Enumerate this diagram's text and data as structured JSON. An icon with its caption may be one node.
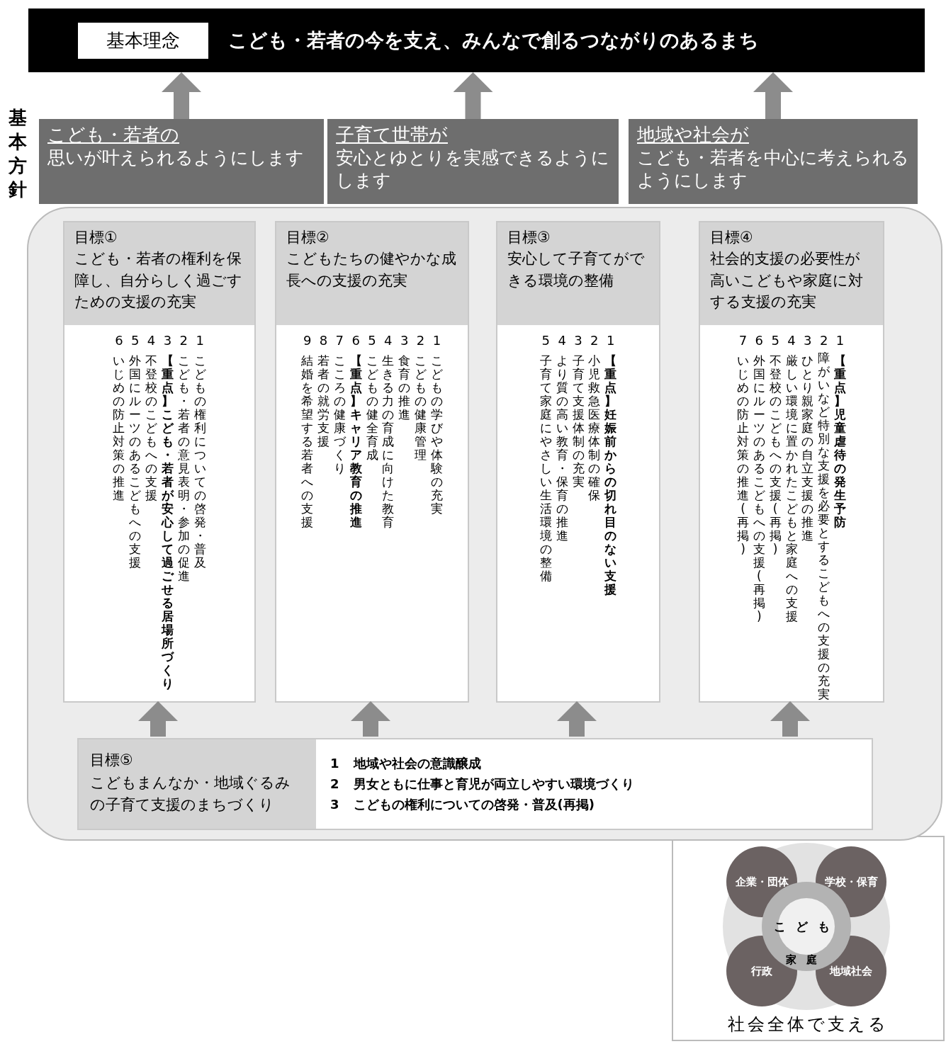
{
  "diagram": {
    "nodes": [
      {
        "text": [
          "基本理念",
          "こども・若者の今を支え、みんなで創るつながりのあるまち"
        ]
      },
      {
        "text": [
          "こども・若者の",
          "思いが叶えられるようにします"
        ]
      },
      {
        "text": [
          "子育て世帯が",
          "安心とゆとりを実感できるようにします"
        ]
      },
      {
        "text": [
          "地域や社会が",
          "こども・若者を中心に考えられるようにします"
        ]
      },
      {
        "text": [],
        "shape": "box"
      },
      {
        "text": [
          "目標①",
          "こども・若者の権利を保障し、自分らしく過ごすための支援の充実",
          "1",
          "こどもの権利についての啓発・普及",
          "2",
          "こども・若者の意見表明・参加の促進",
          "3",
          "**【重点】こども・若者が安心して過ごせる居場所づくり**",
          "4",
          "不登校のこどもへの支援",
          "5",
          "外国にルーツのあるこどもへの支援",
          "6",
          "いじめの防止対策の推進"
        ],
        "in": 4
      },
      {
        "text": [
          "目標②",
          "こどもたちの健やかな成長への支援の充実",
          "1",
          "こどもの学びや体験の充実",
          "2",
          "こどもの健康管理",
          "3",
          "食育の推進",
          "4",
          "生きる力の育成に向けた教育",
          "5",
          "こどもの健全育成",
          "6",
          "**【重点】キャリア教育の推進**",
          "7",
          "こころの健康づくり",
          "8",
          "若者の就労支援",
          "9",
          "結婚を希望する若者への支援"
        ],
        "in": 4
      },
      {
        "text": [
          "目標③",
          "安心して子育てができる環境の整備",
          "1",
          "**【重点】妊娠前からの切れ目のない支援**",
          "2",
          "小児救急医療体制の確保",
          "3",
          "子育て支援体制の充実",
          "4",
          "より質の高い教育・保育の推進",
          "5",
          "子育て家庭にやさしい生活環境の整備"
        ],
        "in": 4
      },
      {
        "text": [
          "目標④",
          "社会的支援の必要性が高いこどもや家庭に対する支援の充実",
          "1",
          "**【重点】児童虐待の発生予防**",
          "2",
          "障がいなど特別な支援を必要とするこどもへの支援の充実",
          "3",
          "ひとり親家庭の自立支援の推進",
          "4",
          "厳しい環境に置かれたこどもと家庭への支援",
          "5",
          "不登校のこどもへの支援(再掲)",
          "6",
          "外国にルーツのあるこどもへの支援(再掲)",
          "7",
          "いじめの防止対策の推進(再掲)"
        ],
        "in": 4
      },
      {
        "text": [
          "目標⑤",
          "こどもまんなか・地域ぐるみの子育て支援のまちづくり",
          "1",
          "地域や社会の意識醸成",
          "2",
          "男女ともに仕事と育児が両立しやすい環境づくり",
          "3",
          "こどもの権利についての啓発・普及(再掲)"
        ],
        "in": 4
      },
      {
        "text": [],
        "shape": "circle"
      },
      {
        "text": [
          "企業・団体"
        ],
        "in": 10
      },
      {
        "text": [
          "学校・保育"
        ],
        "in": 10
      },
      {
        "text": [
          "行政"
        ],
        "in": 10
      },
      {
        "text": [
          "地域社会"
        ],
        "in": 10
      },
      {
        "text": [
          "家庭"
        ],
        "in": 10
      },
      {
        "text": [
          "こども"
        ],
        "in": 15
      }
    ],
    "edges": [
      {
        "from": 1,
        "to": 0,
        "arrow": "to"
      },
      {
        "from": 2,
        "to": 0,
        "arrow": "to"
      },
      {
        "from": 3,
        "to": 0,
        "arrow": "to"
      },
      {
        "from": 9,
        "to": 5,
        "arrow": "to"
      },
      {
        "from": 9,
        "to": 6,
        "arrow": "to"
      },
      {
        "from": 9,
        "to": 7,
        "arrow": "to"
      },
      {
        "from": 9,
        "to": 8,
        "arrow": "to"
      }
    ],
    "labels": [
      "基本方針",
      "社会全体で支える"
    ]
  }
}
